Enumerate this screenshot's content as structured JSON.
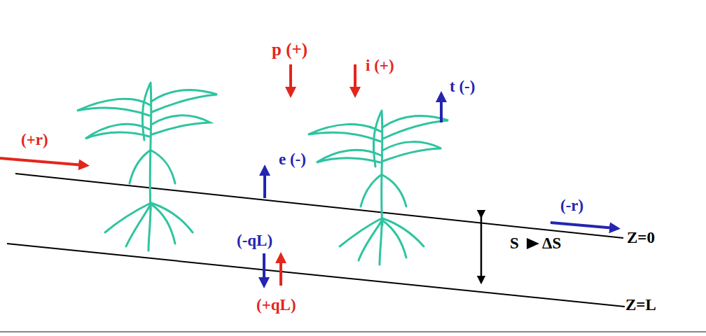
{
  "diagram": {
    "labels": [
      "(+r)",
      "p (+)",
      "i (+)",
      "t (-)",
      "e (-)",
      "(-r)",
      "Z=0",
      "(-qL)",
      "S",
      "ΔS",
      "(+qL)",
      "Z=L"
    ]
  }
}
